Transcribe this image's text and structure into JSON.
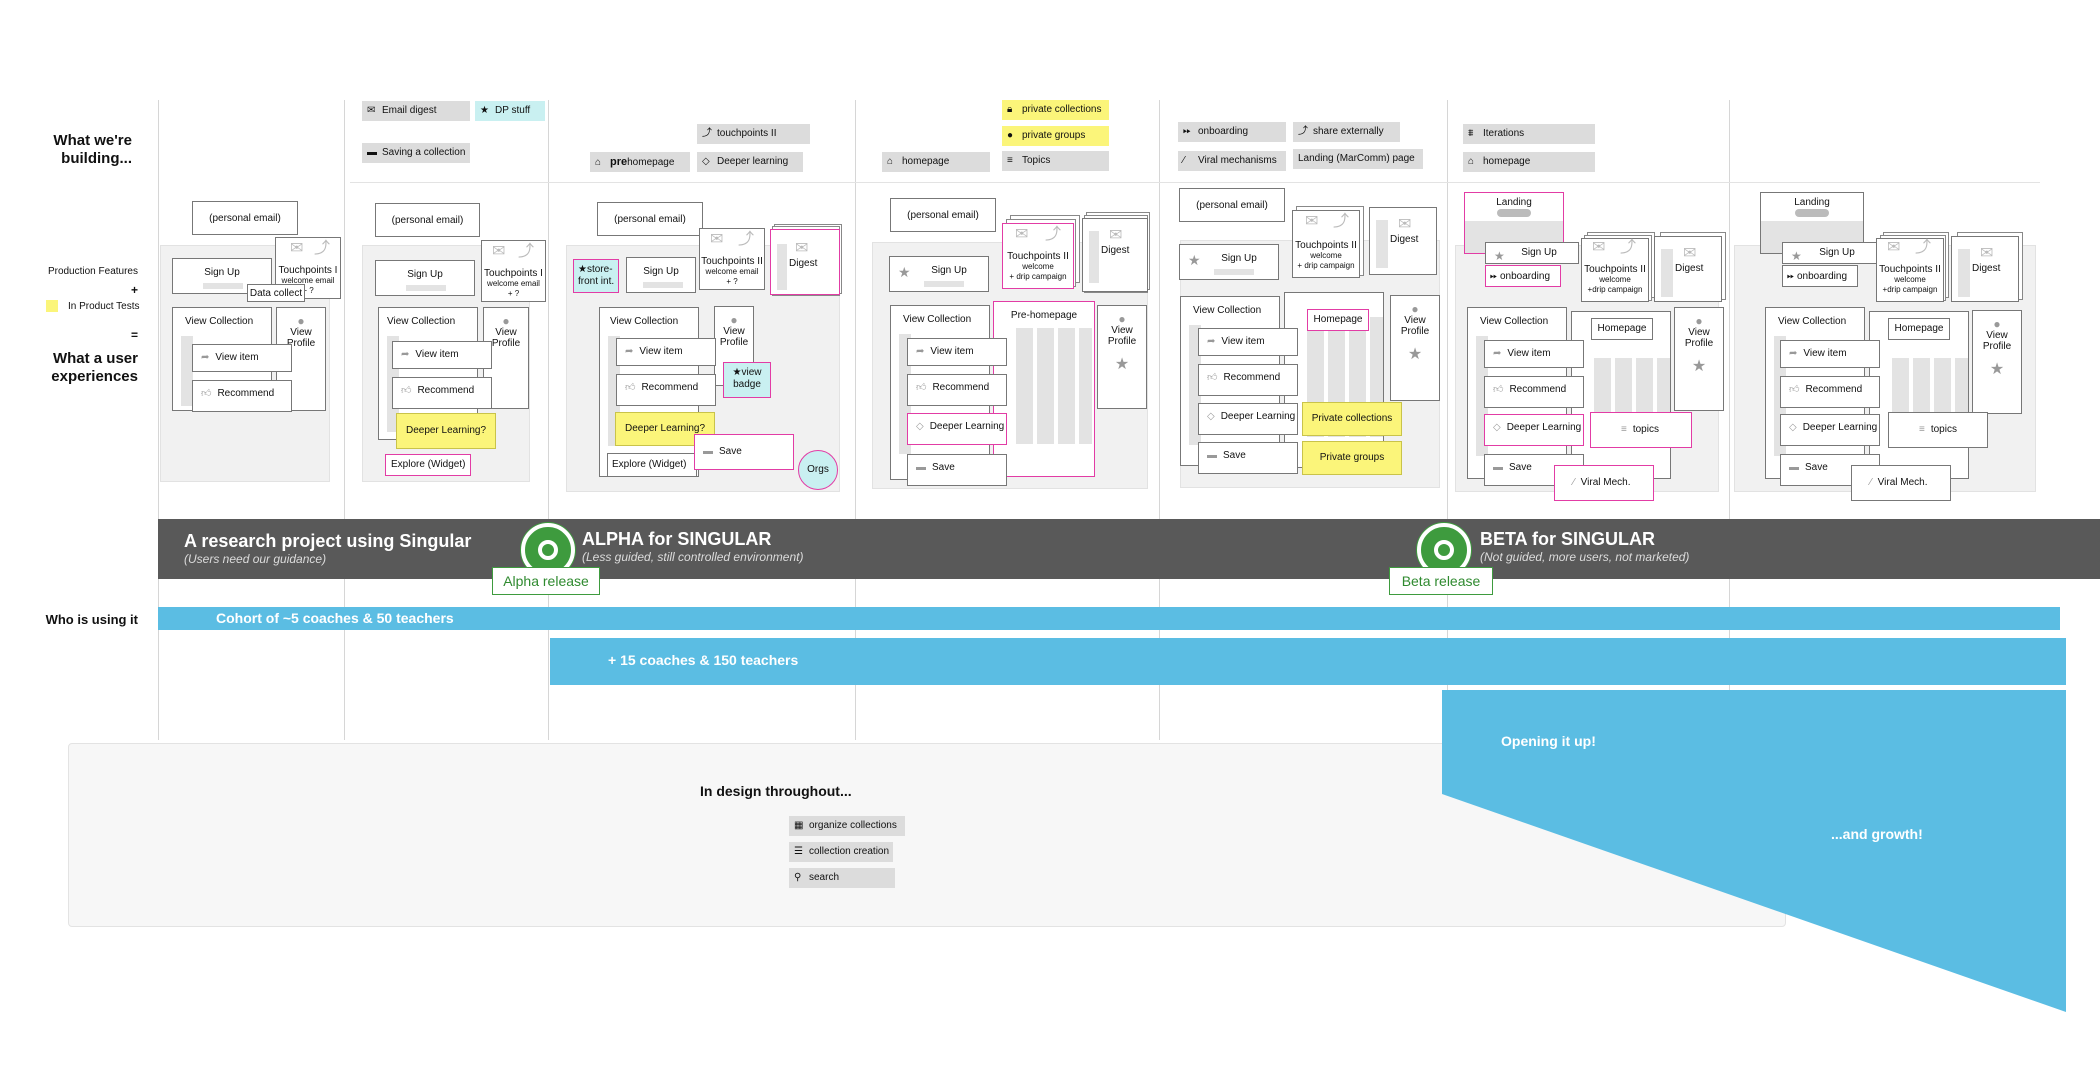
{
  "left_labels": {
    "building": "What we're building...",
    "production_features": "Production Features",
    "plus": "+",
    "in_product_tests": "In Product Tests",
    "equals": "=",
    "user_experiences": "What a user experiences",
    "who": "Who is using it"
  },
  "colors": {
    "test_yellow": "#fbf57a",
    "pink": "#e23ca5",
    "blue": "#5bbde3",
    "green": "#3e9b3e",
    "band": "#595959"
  },
  "tags": {
    "email_digest": "Email digest",
    "dp_stuff": "DP stuff",
    "saving_collection": "Saving a collection",
    "touchpoints_ii": "touchpoints II",
    "prehomepage_bold": "pre",
    "prehomepage_rest": "homepage",
    "deeper_learning": "Deeper learning",
    "homepage": "homepage",
    "private_collections": "private collections",
    "private_groups": "private groups",
    "topics": "Topics",
    "onboarding": "onboarding",
    "share_externally": "share externally",
    "viral_mechanisms": "Viral mechanisms",
    "landing_marcomm": "Landing (MarComm) page",
    "iterations": "Iterations",
    "homepage2": "homepage"
  },
  "cards": {
    "personal_email": "(personal email)",
    "sign_up": "Sign Up",
    "touchpoints_i": "Touchpoints I",
    "welcome_email": "welcome email",
    "plus_q": "+ ?",
    "data_collect": "Data collect",
    "view_collection": "View Collection",
    "view_profile": "View Profile",
    "view_item": "View item",
    "recommend": "Recommend",
    "deeper_learning_q": "Deeper Learning?",
    "explore_widget": "Explore (Widget)",
    "store_front": "store-front int.",
    "touchpoints_ii": "Touchpoints II",
    "digest": "Digest",
    "view_badge": "view badge",
    "save": "Save",
    "orgs": "Orgs",
    "pre_homepage": "Pre-homepage",
    "welcome": "welcome",
    "drip_campaign": "+ drip campaign",
    "deeper_learning": "Deeper Learning",
    "homepage": "Homepage",
    "private_collections": "Private collections",
    "private_groups": "Private groups",
    "landing": "Landing",
    "onboarding": "onboarding",
    "topics": "topics",
    "viral_mech": "Viral Mech.",
    "drip_campaign2": "+drip campaign"
  },
  "phases": {
    "research_title": "A research project using Singular",
    "research_sub": "(Users need our guidance)",
    "alpha_title": "ALPHA for SINGULAR",
    "alpha_sub": "(Less guided, still controlled environment)",
    "beta_title": "BETA for SINGULAR",
    "beta_sub": "(Not guided, more users, not marketed)",
    "alpha_release": "Alpha release",
    "beta_release": "Beta release"
  },
  "users": {
    "cohort": "Cohort of ~5 coaches & 50 teachers",
    "plus15": "+ 15 coaches & 150 teachers",
    "opening": "Opening it up!",
    "growth": "...and growth!"
  },
  "design": {
    "title": "In design throughout...",
    "organize": "organize collections",
    "creation": "collection creation",
    "search": "search"
  }
}
